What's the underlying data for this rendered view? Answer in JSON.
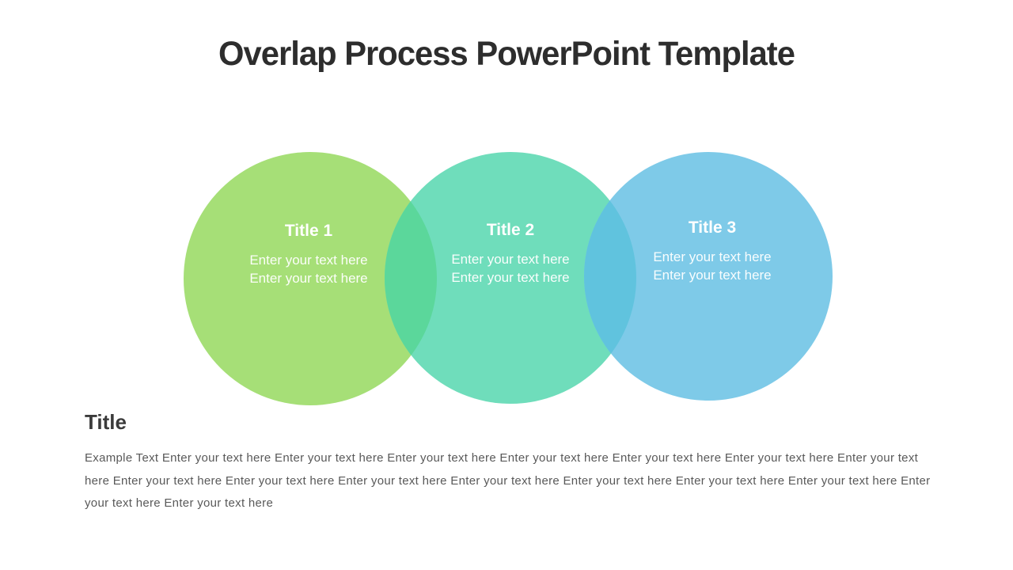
{
  "slide_title": "Overlap Process PowerPoint Template",
  "diagram": {
    "circles": [
      {
        "title": "Title 1",
        "line1": "Enter your text here",
        "line2": "Enter your text here",
        "color": "#a6df77"
      },
      {
        "title": "Title 2",
        "line1": "Enter your text here",
        "line2": "Enter your text here",
        "color": "#6fddbb"
      },
      {
        "title": "Title 3",
        "line1": "Enter your text here",
        "line2": "Enter your text here",
        "color": "#7ecae8"
      }
    ],
    "overlaps": [
      {
        "name": "overlap-circle1-circle2",
        "color": "#5bd79b"
      },
      {
        "name": "overlap-circle2-circle3",
        "color": "#60c3de"
      }
    ]
  },
  "footer": {
    "heading": "Title",
    "body": "Example Text Enter your text here Enter your text here Enter your text here Enter your text here Enter your text here Enter your text here Enter your text here Enter your text here Enter your text here Enter your text here Enter your text here Enter your text here Enter your text here Enter your text here Enter your text here Enter your text here"
  },
  "colors": {
    "background": "#ffffff",
    "slide_title_text": "#2d2d2d",
    "footer_heading_text": "#3b3b3b",
    "footer_body_text": "#595959",
    "circle_text": "#ffffff"
  }
}
